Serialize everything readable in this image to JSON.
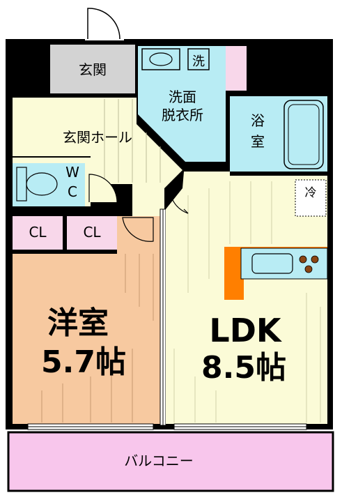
{
  "rooms": {
    "entrance": "玄関",
    "washroom": "洗面\n脱衣所",
    "washer": "洗",
    "bath": "浴室",
    "hall": "玄関ホール",
    "wc": "W\nC",
    "fridge": "冷",
    "closet_left": "CL",
    "closet_right": "CL",
    "western_room": "洋室",
    "western_size": "5.7帖",
    "ldk": "LDK",
    "ldk_size": "8.5帖",
    "balcony": "バルコニー"
  },
  "colors": {
    "wall": "#000000",
    "entrance_floor": "#d3d3d3",
    "hall_floor": "#fbfbd7",
    "wet_area": "#b8ecf4",
    "western_floor": "#f7c9a0",
    "ldk_floor": "#fbfbd7",
    "balcony": "#f8c6ec",
    "closet_pink": "#f8d7ea",
    "kitchen_counter": "#ff7f00"
  }
}
